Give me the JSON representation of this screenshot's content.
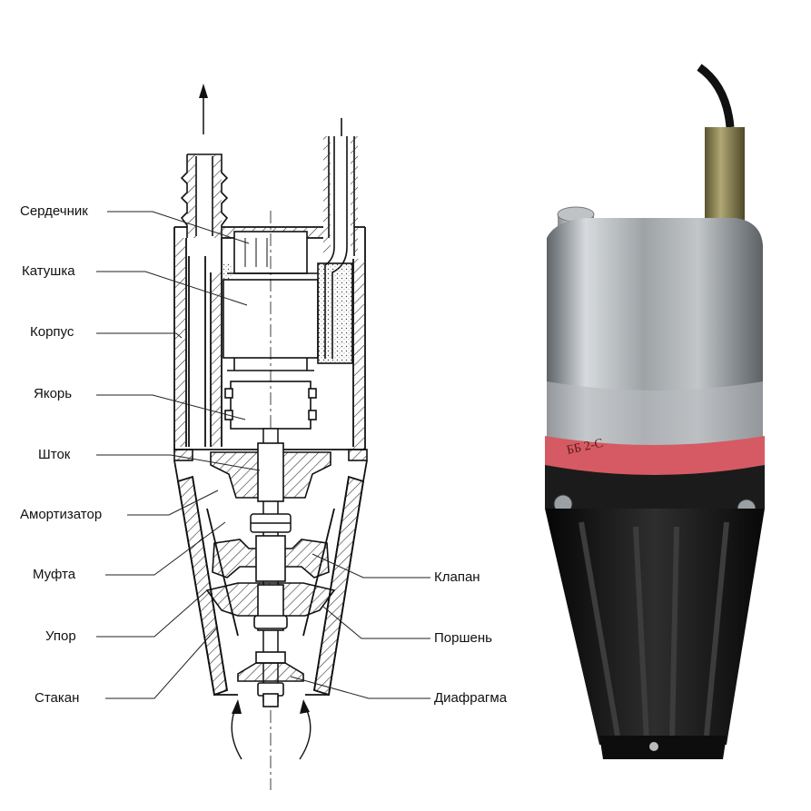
{
  "left_labels": [
    {
      "id": "serdechnik",
      "text": "Сердечник"
    },
    {
      "id": "katushka",
      "text": "Катушка"
    },
    {
      "id": "korpus",
      "text": "Корпус"
    },
    {
      "id": "yakor",
      "text": "Якорь"
    },
    {
      "id": "shtok",
      "text": "Шток"
    },
    {
      "id": "amortizator",
      "text": "Амортизатор"
    },
    {
      "id": "mufta",
      "text": "Муфта"
    },
    {
      "id": "upor",
      "text": "Упор"
    },
    {
      "id": "stakan",
      "text": "Стакан"
    }
  ],
  "right_labels": [
    {
      "id": "klapan",
      "text": "Клапан"
    },
    {
      "id": "porshen",
      "text": "Поршень"
    },
    {
      "id": "diafragma",
      "text": "Диафрагма"
    }
  ],
  "pump_photo": {
    "handwritten_mark": "ББ 2-С"
  },
  "colors": {
    "line": "#1a1a1a",
    "hatch": "#333333",
    "metal_light": "#c9cdd0",
    "metal_dark": "#6f7579",
    "red_band": "#d65a63",
    "black_body": "#141414",
    "brass": "#8a7f4a"
  }
}
